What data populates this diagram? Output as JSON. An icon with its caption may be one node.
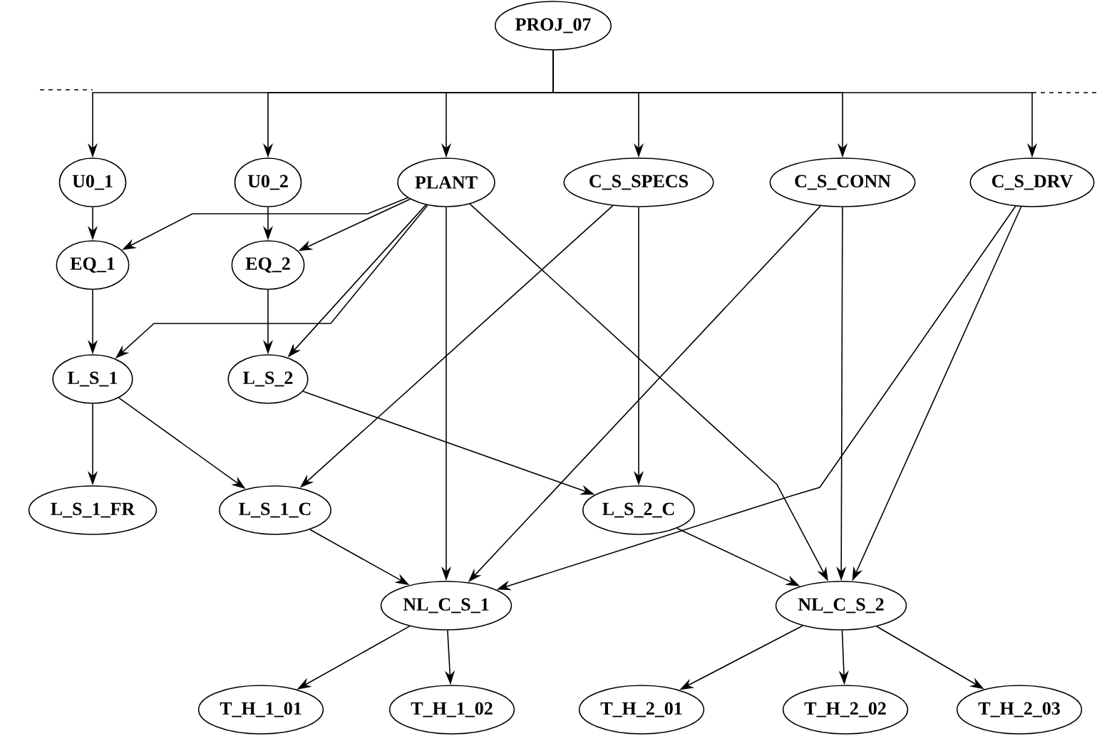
{
  "diagram": {
    "nodes": [
      {
        "text": [
          "PROJ_07"
        ]
      },
      {
        "text": [
          "U0_1"
        ]
      },
      {
        "text": [
          "U0_2"
        ]
      },
      {
        "text": [
          "PLANT"
        ]
      },
      {
        "text": [
          "C_S_SPECS"
        ]
      },
      {
        "text": [
          "C_S_CONN"
        ]
      },
      {
        "text": [
          "C_S_DRV"
        ]
      },
      {
        "text": [
          "EQ_1"
        ]
      },
      {
        "text": [
          "EQ_2"
        ]
      },
      {
        "text": [
          "L_S_1"
        ]
      },
      {
        "text": [
          "L_S_2"
        ]
      },
      {
        "text": [
          "L_S_1_FR"
        ]
      },
      {
        "text": [
          "L_S_1_C"
        ]
      },
      {
        "text": [
          "L_S_2_C"
        ]
      },
      {
        "text": [
          "NL_C_S_1"
        ]
      },
      {
        "text": [
          "NL_C_S_2"
        ]
      },
      {
        "text": [
          "T_H_1_01"
        ]
      },
      {
        "text": [
          "T_H_1_02"
        ]
      },
      {
        "text": [
          "T_H_2_01"
        ]
      },
      {
        "text": [
          "T_H_2_02"
        ]
      },
      {
        "text": [
          "T_H_2_03"
        ]
      }
    ],
    "edges": [
      {
        "from": 0,
        "to": 1,
        "arrow": "to"
      },
      {
        "from": 0,
        "to": 2,
        "arrow": "to"
      },
      {
        "from": 0,
        "to": 3,
        "arrow": "to"
      },
      {
        "from": 0,
        "to": 4,
        "arrow": "to"
      },
      {
        "from": 0,
        "to": 5,
        "arrow": "to"
      },
      {
        "from": 0,
        "to": 6,
        "arrow": "to"
      },
      {
        "from": 1,
        "to": 7,
        "arrow": "to"
      },
      {
        "from": 2,
        "to": 8,
        "arrow": "to"
      },
      {
        "from": 3,
        "to": 7,
        "arrow": "to"
      },
      {
        "from": 3,
        "to": 8,
        "arrow": "to"
      },
      {
        "from": 3,
        "to": 9,
        "arrow": "to"
      },
      {
        "from": 3,
        "to": 10,
        "arrow": "to"
      },
      {
        "from": 3,
        "to": 14,
        "arrow": "to"
      },
      {
        "from": 3,
        "to": 15,
        "arrow": "to"
      },
      {
        "from": 4,
        "to": 12,
        "arrow": "to"
      },
      {
        "from": 4,
        "to": 13,
        "arrow": "to"
      },
      {
        "from": 5,
        "to": 14,
        "arrow": "to"
      },
      {
        "from": 5,
        "to": 15,
        "arrow": "to"
      },
      {
        "from": 6,
        "to": 14,
        "arrow": "to"
      },
      {
        "from": 6,
        "to": 15,
        "arrow": "to"
      },
      {
        "from": 7,
        "to": 9,
        "arrow": "to"
      },
      {
        "from": 8,
        "to": 10,
        "arrow": "to"
      },
      {
        "from": 9,
        "to": 11,
        "arrow": "to"
      },
      {
        "from": 9,
        "to": 12,
        "arrow": "to"
      },
      {
        "from": 10,
        "to": 13,
        "arrow": "to"
      },
      {
        "from": 12,
        "to": 14,
        "arrow": "to"
      },
      {
        "from": 13,
        "to": 15,
        "arrow": "to"
      },
      {
        "from": 14,
        "to": 16,
        "arrow": "to"
      },
      {
        "from": 14,
        "to": 17,
        "arrow": "to"
      },
      {
        "from": 15,
        "to": 18,
        "arrow": "to"
      },
      {
        "from": 15,
        "to": 19,
        "arrow": "to"
      },
      {
        "from": 15,
        "to": 20,
        "arrow": "to"
      }
    ]
  }
}
